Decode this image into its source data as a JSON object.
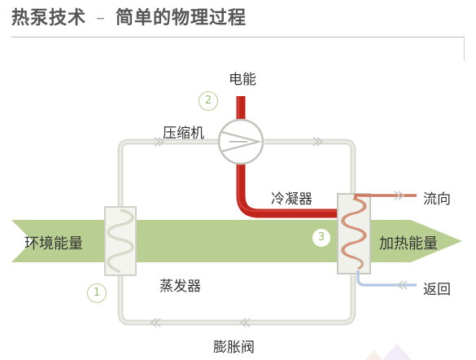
{
  "header": {
    "title_main": "热泵技术",
    "title_separator": "–",
    "title_sub": "简单的物理过程"
  },
  "labels": {
    "electric_energy": "电能",
    "compressor": "压缩机",
    "condenser": "冷凝器",
    "evaporator": "蒸发器",
    "expansion_valve": "膨胀阀",
    "ambient_energy": "环境能量",
    "heating_energy": "加热能量",
    "flow_out": "流向",
    "return_flow": "返回"
  },
  "steps": {
    "evaporator": "1",
    "compressor": "2",
    "condenser": "3"
  },
  "colors": {
    "green_band": "#b9cf92",
    "red_pipe": "#c0261c",
    "loop_pipe": "#d9ddd4",
    "hot_water": "#cf7a62",
    "cold_water": "#b6cbe3"
  }
}
